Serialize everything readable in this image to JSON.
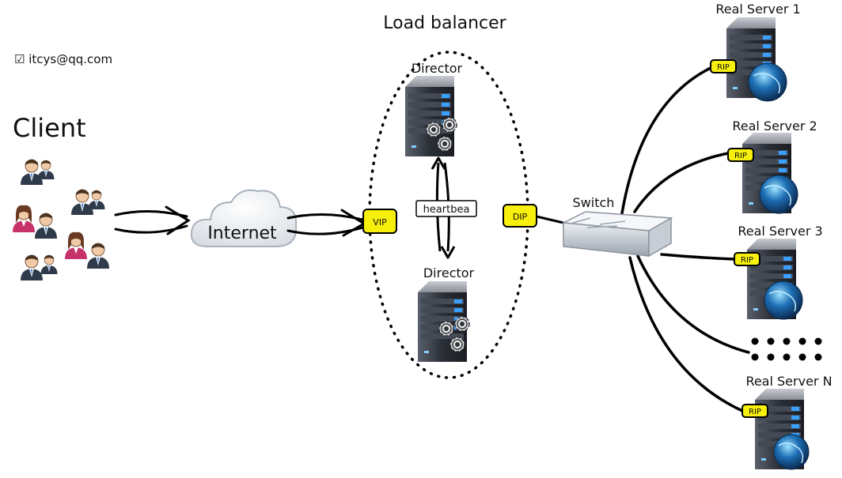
{
  "watermark": "☑ itcys@qq.com",
  "client": {
    "title": "Client"
  },
  "internet": {
    "label": "Internet"
  },
  "load_balancer": {
    "title": "Load balancer",
    "vip": "VIP",
    "dip": "DIP",
    "heartbeat": "heartbea",
    "directors": [
      "Director",
      "Director"
    ]
  },
  "switch": {
    "label": "Switch"
  },
  "servers": [
    {
      "name": "Real Server 1",
      "rip": "RIP"
    },
    {
      "name": "Real Server 2",
      "rip": "RIP"
    },
    {
      "name": "Real Server 3",
      "rip": "RIP"
    },
    {
      "name": "Real Server N",
      "rip": "RIP"
    }
  ],
  "colors": {
    "tag_fill": "#f7ef0c",
    "line": "#000000",
    "server_body": "#3a3f4a",
    "globe": "#1e6fb5"
  }
}
